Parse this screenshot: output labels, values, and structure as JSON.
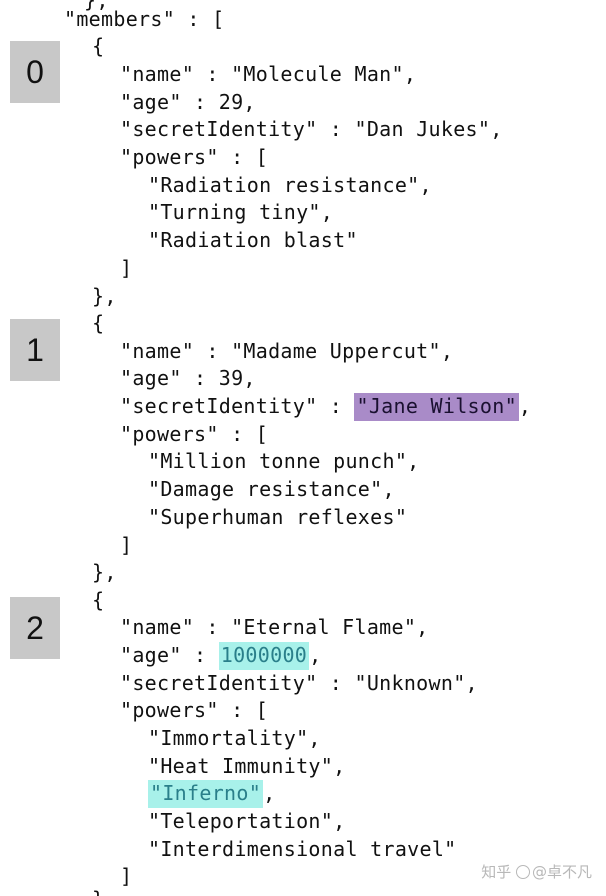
{
  "document": {
    "top_fragment": "},",
    "members_key": "\"members\" : [",
    "open_brace": "{",
    "close_array": "]",
    "close_member": "},",
    "members": [
      {
        "index_label": "0",
        "name_line": "\"name\" : \"Molecule Man\",",
        "age_line": "\"age\" : 29,",
        "identity_key": "\"secretIdentity\" : ",
        "identity_value": "\"Dan Jukes\"",
        "identity_suffix": ",",
        "powers_key": "\"powers\" : [",
        "powers": [
          "\"Radiation resistance\",",
          "\"Turning tiny\",",
          "\"Radiation blast\""
        ]
      },
      {
        "index_label": "1",
        "name_line": "\"name\" : \"Madame Uppercut\",",
        "age_line": "\"age\" : 39,",
        "identity_key": "\"secretIdentity\" : ",
        "identity_value": "\"Jane Wilson\"",
        "identity_suffix": ",",
        "powers_key": "\"powers\" : [",
        "powers": [
          "\"Million tonne punch\",",
          "\"Damage resistance\",",
          "\"Superhuman reflexes\""
        ]
      },
      {
        "index_label": "2",
        "name_line": "\"name\" : \"Eternal Flame\",",
        "age_key": "\"age\" : ",
        "age_value": "1000000",
        "age_suffix": ",",
        "identity_line": "\"secretIdentity\" : \"Unknown\",",
        "powers_key": "\"powers\" : [",
        "powers": [
          "\"Immortality\",",
          "\"Heat Immunity\","
        ],
        "highlighted_power": "\"Inferno\"",
        "highlighted_power_suffix": ",",
        "powers_rest": [
          "\"Teleportation\",",
          "\"Interdimensional travel\""
        ]
      }
    ],
    "bottom_fragment": "}"
  },
  "highlight_colors": {
    "purple": "#a98bc8",
    "teal": "#a8f1ea",
    "teal_text": "#2a7f8a"
  },
  "watermark": {
    "brand": "知乎",
    "author": "@卓不凡",
    "icon": "paw-icon"
  }
}
